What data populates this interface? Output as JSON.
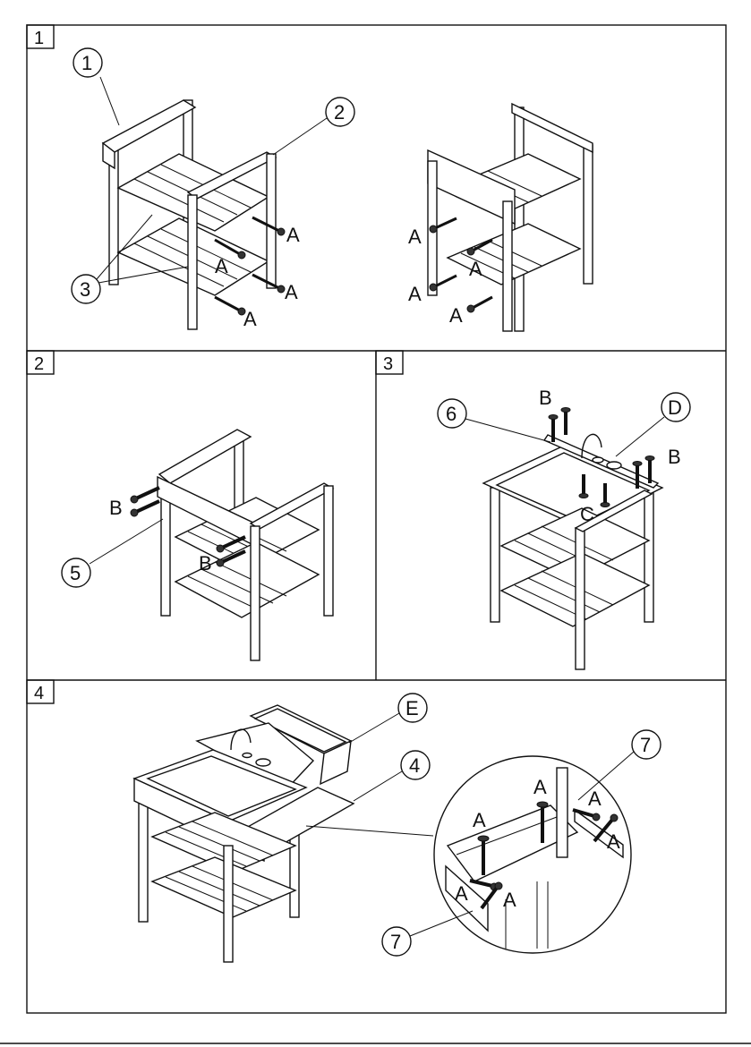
{
  "steps": [
    {
      "number": "1",
      "callouts": [
        "1",
        "2",
        "3"
      ],
      "fasteners": [
        "A",
        "A",
        "A",
        "A",
        "A",
        "A",
        "A",
        "A"
      ]
    },
    {
      "number": "2",
      "callouts": [
        "5"
      ],
      "fasteners": [
        "B",
        "B"
      ]
    },
    {
      "number": "3",
      "callouts": [
        "6",
        "D"
      ],
      "fasteners": [
        "B",
        "B",
        "C"
      ]
    },
    {
      "number": "4",
      "callouts": [
        "E",
        "4",
        "7",
        "7"
      ],
      "fasteners": [
        "A",
        "A",
        "A",
        "A",
        "A",
        "A"
      ]
    }
  ],
  "colors": {
    "line": "#111111",
    "fill": "#ffffff",
    "shade": "#bbbbbb"
  }
}
